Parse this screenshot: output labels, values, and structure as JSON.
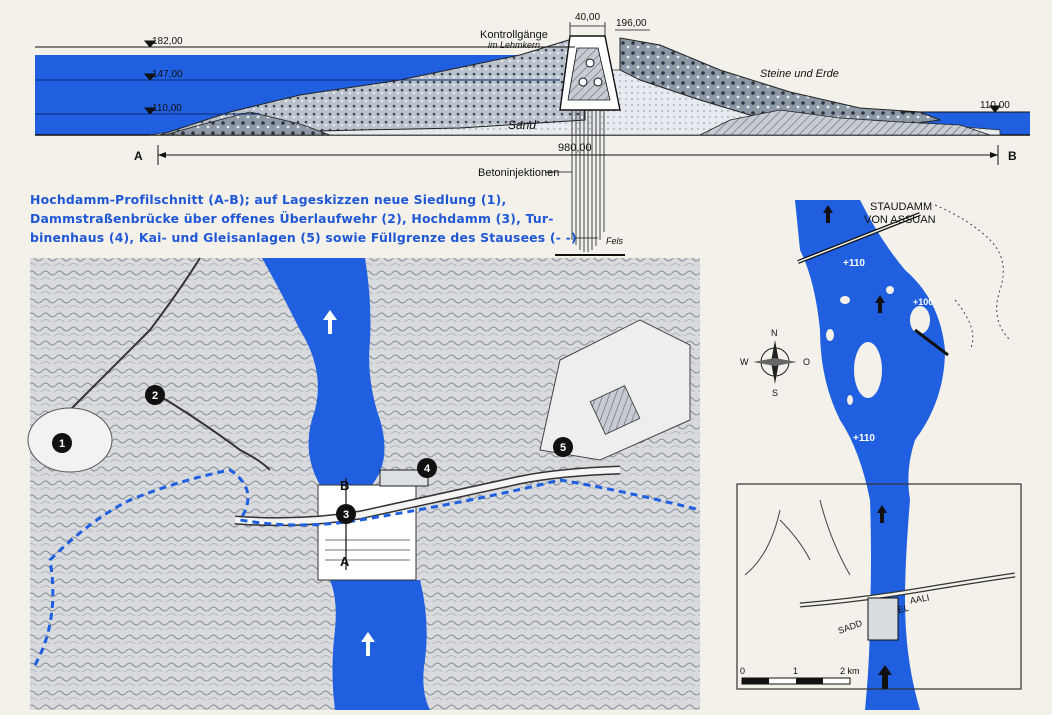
{
  "profile": {
    "level_left_top": "182,00",
    "level_left_mid": "147,00",
    "level_left_low": "110,00",
    "level_right": "110,00",
    "crest_width": "40,00",
    "crest_level": "196,00",
    "label_control": "Kontrollgänge",
    "label_control_sub": "im Lehmkern",
    "label_stones": "Steine und Erde",
    "label_sand": "Sand",
    "label_injections": "Betoninjektionen",
    "label_rock": "Fels",
    "length": "980,00",
    "point_a": "A",
    "point_b": "B"
  },
  "caption_lines": [
    "Hochdamm-Profilschnitt (A-B); auf Lageskizzen neue Siedlung (1),",
    "Dammstraßenbrücke über offenes Überlaufwehr (2), Hochdamm (3), Tur-",
    "binenhaus (4), Kai- und Gleisanlagen (5) sowie Füllgrenze des Stausees (- -)"
  ],
  "sketch": {
    "markers": [
      "1",
      "2",
      "3",
      "4",
      "5"
    ],
    "section_a": "A",
    "section_b": "B"
  },
  "map": {
    "title_line1": "STAUDAMM",
    "title_line2": "VON ASSUAN",
    "elev_1": "+110",
    "elev_2": "+100",
    "elev_3": "+110",
    "compass_n": "N",
    "compass_s": "S",
    "compass_w": "W",
    "compass_o": "O",
    "dam_name_1": "SADD",
    "dam_name_2": "EL",
    "dam_name_3": "AALI",
    "scale_0": "0",
    "scale_1": "1",
    "scale_2": "2 km"
  },
  "colors": {
    "water": "#1f5fe0",
    "paper": "#f3f1ea",
    "ink": "#111111",
    "caption": "#1f57d6"
  }
}
